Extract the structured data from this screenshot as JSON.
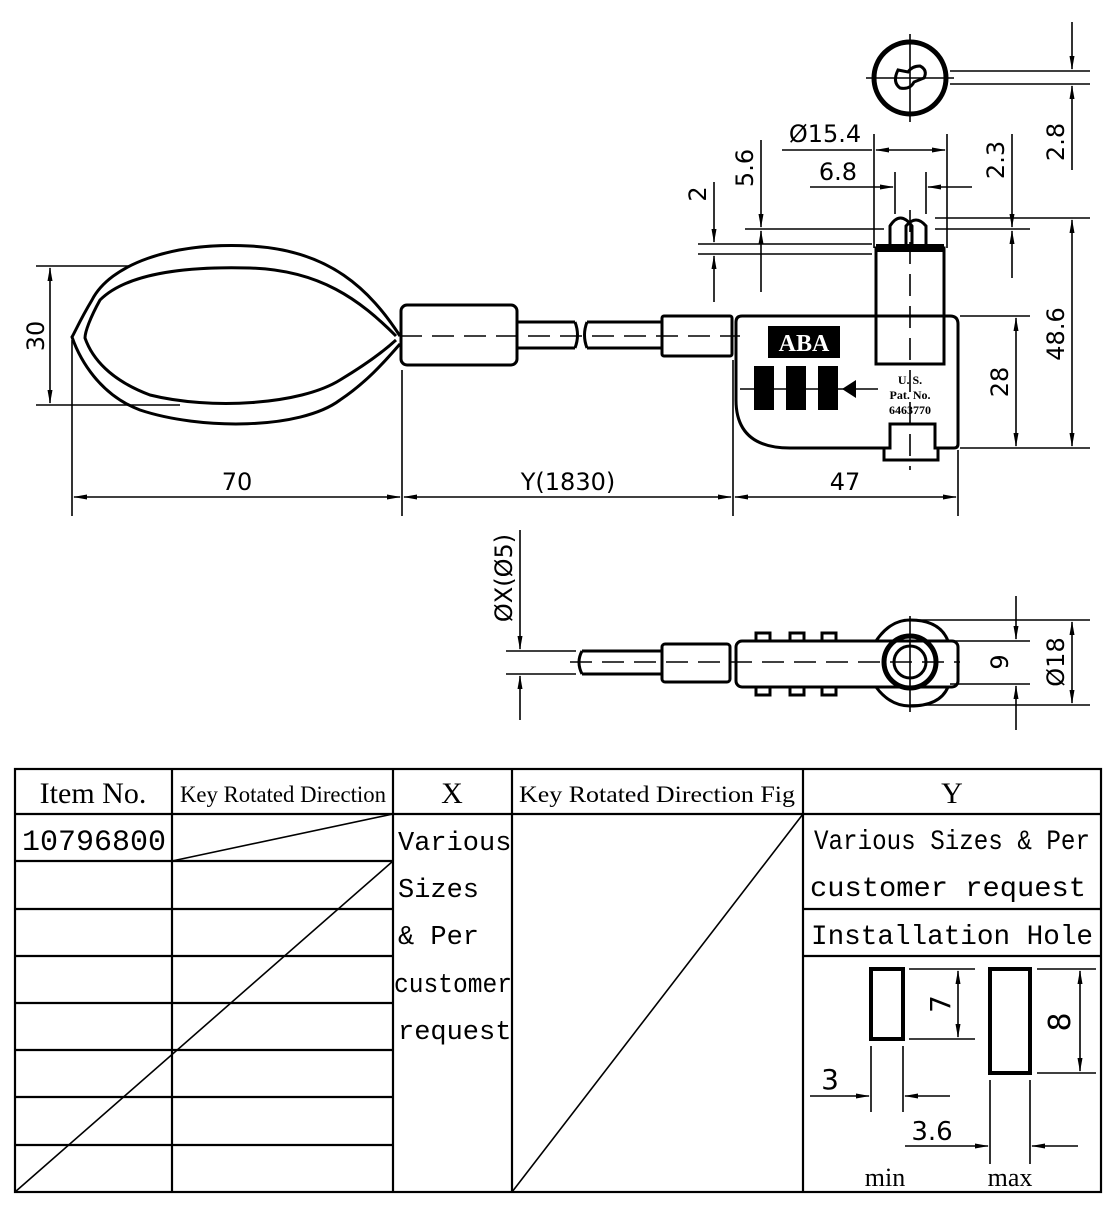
{
  "drawing": {
    "front_view": {
      "dimensions": {
        "loop_height": "30",
        "loop_length": "70",
        "cable_length": "Y(1830)",
        "lock_length": "47",
        "lock_height": "28",
        "overall_height": "48.6",
        "diameter_body": "Ø15.4",
        "key_width": "6.8",
        "dim_2": "2",
        "dim_5_6": "5.6",
        "dim_2_3": "2.3",
        "dim_2_8": "2.8"
      },
      "lock_label": {
        "brand": "ABA",
        "patent_line1": "U. S.",
        "patent_line2": "Pat. No.",
        "patent_number": "6463770"
      }
    },
    "bottom_view": {
      "dimensions": {
        "cable_diameter": "ØX(Ø5)",
        "inner_dim": "9",
        "outer_diameter": "Ø18"
      }
    }
  },
  "table": {
    "headers": [
      "Item No.",
      "Key Rotated Direction",
      "X",
      "Key Rotated Direction Fig",
      "Y"
    ],
    "item_no": "10796800",
    "x_text": [
      "Various",
      "Sizes",
      "& Per",
      "customer",
      "request"
    ],
    "y_text": [
      "Various Sizes & Per",
      "customer request"
    ],
    "installation_hole": {
      "title": "Installation Hole",
      "min_label": "min",
      "max_label": "max",
      "min_width": "3",
      "min_height": "7",
      "max_width": "3.6",
      "max_height": "8"
    }
  }
}
